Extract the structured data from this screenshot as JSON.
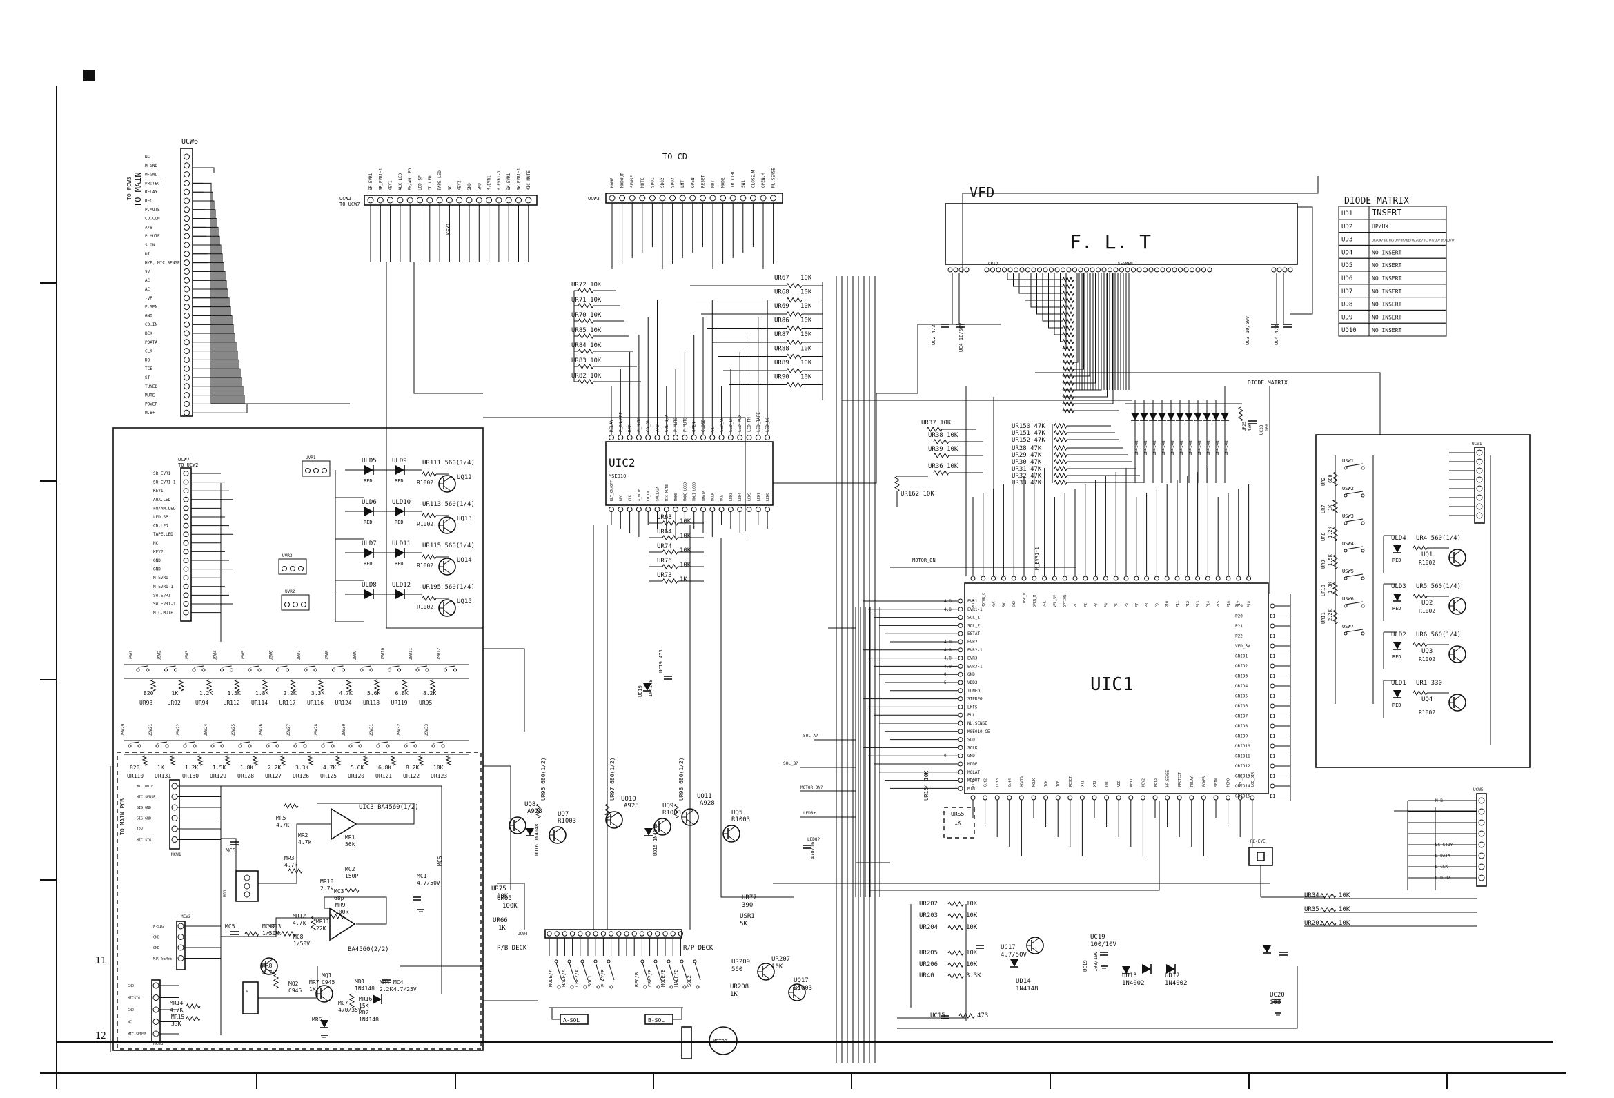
{
  "frame": {
    "zones_left": [
      "11",
      "12"
    ]
  },
  "connectors": {
    "ucw6": {
      "ref": "UCW6",
      "note_1": "TO FCW3",
      "note_2": "TO MAIN",
      "pins": [
        "NC",
        "M-GND",
        "M-GND",
        "PROTECT",
        "RELAY",
        "REC",
        "P.MUTE",
        "CD.CON",
        "A/B",
        "P.MUTE",
        "S.ON",
        "DI",
        "H/P, MIC SENSE",
        "5V",
        "AC",
        "AC",
        "-VP",
        "P.SEN",
        "GND",
        "CD.IN",
        "BCK",
        "PDATA",
        "CLK",
        "DO",
        "TCE",
        "ST",
        "TUNED",
        "MUTE",
        "POWER",
        "M.B+"
      ]
    },
    "ucw2": {
      "ref": "UCW2",
      "note": "TO UCW7",
      "pins": [
        "SR_EVR1",
        "SR_EVR1-1",
        "KEY1",
        "AUX.LED",
        "FM/AM.LED",
        "LED.SP",
        "CD.LED",
        "TAPE.LED",
        "NC",
        "KEY2",
        "GND",
        "GND",
        "M.EVR1",
        "M.EVR1-1",
        "SW.EVR1",
        "SW.EVR1-1",
        "MIC.MUTE"
      ]
    },
    "ucw3": {
      "ref": "UCW3",
      "title": "TO CD",
      "pins": [
        "HOME",
        "MODOUT",
        "SENSE",
        "MUTE",
        "SDO1",
        "SDO2",
        "SDO3",
        "LMT",
        "OPEN",
        "RESET",
        "MOT",
        "MODE",
        "TR.CTRL",
        "SW1",
        "CLOSE.M",
        "OPEN.M",
        "NL.SENSE"
      ]
    },
    "ucw7": {
      "ref": "UCW7",
      "note": "TO UCW2",
      "pins": [
        "SR_EVR1",
        "SR_EVR1-1",
        "KEY1",
        "AUX.LED",
        "FM/AM.LED",
        "LED.SP",
        "CD.LED",
        "TAPE.LED",
        "NC",
        "KEY2",
        "GND",
        "GND",
        "M.EVR1",
        "M.EVR1-1",
        "SW.EVR1",
        "SW.EVR1-1",
        "MIC.MUTE"
      ]
    },
    "ucw4": {
      "ref": "UCW4",
      "left": "P/B DECK",
      "right": "R/P DECK"
    },
    "ucw5": {
      "ref": "UCW5",
      "pins": [
        "M.B+",
        "",
        "",
        "",
        "LC_STBY",
        "L.DATA",
        "L.CLK",
        "L.DIR2"
      ]
    },
    "ucw1": {
      "ref": "UCW1"
    },
    "mcw": {
      "ref": "MCW1",
      "title": "TO MAIN PCB",
      "pins": [
        "MIC.MUTE",
        "MIC.SENSE",
        "SIG GND",
        "SIG GND",
        "12V",
        "MIC.SIG"
      ]
    },
    "mcw2": {
      "ref": "MCW2",
      "pins": [
        "M-SIG",
        "GND",
        "GND",
        "MIC-SENSE"
      ]
    },
    "mcw3": {
      "ref": "MCW3",
      "pins": [
        "GND",
        "MICSIG",
        "GND",
        "NC",
        "MIC-SENSE"
      ]
    }
  },
  "vfd": {
    "label": "VFD",
    "tube": "F. L. T",
    "grid": "GRID",
    "segment": "SEGMENT",
    "caps": [
      "UC2 473",
      "UC4 10/50V",
      "UC3 10/50V",
      "UC4 473"
    ]
  },
  "diode_matrix": {
    "title": "DIODE MATRIX",
    "rows": [
      {
        "ref": "UD1",
        "value": "INSERT"
      },
      {
        "ref": "UD2",
        "value": "UP/UX"
      },
      {
        "ref": "UD3",
        "value": "UA/UW/UA/UX/UR/UF/UE/UZ/UB/UC/UT/UD/UH/UJ/UY"
      },
      {
        "ref": "UD4",
        "value": "NO INSERT"
      },
      {
        "ref": "UD5",
        "value": "NO INSERT"
      },
      {
        "ref": "UD6",
        "value": "NO INSERT"
      },
      {
        "ref": "UD7",
        "value": "NO INSERT"
      },
      {
        "ref": "UD8",
        "value": "NO INSERT"
      },
      {
        "ref": "UD9",
        "value": "NO INSERT"
      },
      {
        "ref": "UD10",
        "value": "NO INSERT"
      }
    ],
    "bank_label": "DIODE MATRIX",
    "bank_part": "1N4148"
  },
  "uic1": {
    "ref": "UIC1",
    "left_pins": [
      "EVR1",
      "EVR1-1",
      "SOL_1",
      "SOL_2",
      "ESTAT",
      "EVR2",
      "EVR2-1",
      "EVR3",
      "EVR3-1",
      "GND",
      "VDD2",
      "TUNED",
      "STEREO",
      "LKFS",
      "PLL",
      "NL.SENSE",
      "MSE010_CE",
      "SDDT",
      "SCLK",
      "GND",
      "MDDE",
      "MOLAT",
      "MDOUT",
      "MINT"
    ],
    "left_values": [
      "4.8",
      "4.8",
      "",
      "",
      "",
      "4.8",
      "4.8",
      "4.8",
      "4.8",
      "0",
      "5",
      "",
      "",
      "",
      "",
      "",
      "",
      "",
      "",
      "0",
      "",
      "",
      "",
      ""
    ],
    "top_pins": [
      "MUTE",
      "MOTOR_C",
      "REC",
      "SW1",
      "SW2",
      "CLOSE_M",
      "OPEN_M",
      "VFL",
      "VFL_5V",
      "OPTION",
      "P1",
      "P2",
      "P3",
      "P4",
      "P5",
      "P6",
      "P7",
      "P8",
      "P9",
      "P10",
      "P11",
      "P12",
      "P13",
      "P14",
      "P15",
      "P16",
      "P17",
      "P18"
    ],
    "right_pins": [
      "P19",
      "P20",
      "P21",
      "P22",
      "VFD_5V",
      "GRID1",
      "GRID2",
      "GRID3",
      "GRID4",
      "GRID5",
      "GRID6",
      "GRID7",
      "GRID8",
      "GRID9",
      "GRID10",
      "GRID11",
      "GRID12",
      "GRID13",
      "GRID14",
      "GRID15"
    ],
    "bottom_pins": [
      "Out1",
      "Out2",
      "Out3",
      "Out4",
      "MDATA",
      "MCLK",
      "TCK",
      "TCE",
      "RESET",
      "XT1",
      "XT2",
      "GND",
      "VDD",
      "KEY1",
      "KEY2",
      "KEY3",
      "HP.SENSE",
      "PROTECT",
      "RELAY",
      "POWER",
      "SBIN",
      "MEMO",
      "VFL_5V",
      "LCD_DIR"
    ],
    "label_motor": "MOTOR_ON",
    "label_evr": "M_EVR1-1"
  },
  "uic2": {
    "ref": "UIC2",
    "part": "MSE010",
    "top_pins": [
      "RELAY",
      "P_ON/OFF",
      "REC",
      "P_MUTE",
      "CD_ON",
      "A/B",
      "SOL_1/A",
      "P_MUTE",
      "P_MUTE",
      "OPEN",
      "CLOSE",
      "SI",
      "LED_CD",
      "LED_SP",
      "LED_AUX",
      "LED_FM",
      "LED_TAPE",
      "LED_NC"
    ],
    "bottom_pins": [
      "RLY_ON/OFF",
      "REC",
      "CLK",
      "A_MUTE",
      "CD_ON",
      "SOL1/2A",
      "MIC_MUTE",
      "MODE",
      "MODE_LOGO",
      "MDLI_LOGO",
      "MDATA",
      "MCLK",
      "MCE",
      "LED3",
      "LED4",
      "LED5",
      "LED7",
      "LED8"
    ]
  },
  "resistors_top": [
    {
      "ref": "UR72",
      "val": "10K"
    },
    {
      "ref": "UR71",
      "val": "10K"
    },
    {
      "ref": "UR70",
      "val": "10K"
    },
    {
      "ref": "UR85",
      "val": "10K"
    },
    {
      "ref": "UR84",
      "val": "10K"
    },
    {
      "ref": "UR83",
      "val": "10K"
    },
    {
      "ref": "UR82",
      "val": "10K"
    },
    {
      "ref": "UR67",
      "val": "10K"
    },
    {
      "ref": "UR68",
      "val": "10K"
    },
    {
      "ref": "UR69",
      "val": "10K"
    },
    {
      "ref": "UR86",
      "val": "10K"
    },
    {
      "ref": "UR87",
      "val": "10K"
    },
    {
      "ref": "UR88",
      "val": "10K"
    },
    {
      "ref": "UR89",
      "val": "10K"
    },
    {
      "ref": "UR90",
      "val": "10K"
    }
  ],
  "resistors_mid": [
    {
      "ref": "UR63",
      "val": "10K"
    },
    {
      "ref": "UR64",
      "val": "10K"
    },
    {
      "ref": "UR74",
      "val": "10K"
    },
    {
      "ref": "UR76",
      "val": "10K"
    },
    {
      "ref": "UR73",
      "val": "1K"
    }
  ],
  "resistors_pull": [
    {
      "ref": "UR37",
      "val": "10K"
    },
    {
      "ref": "UR38",
      "val": "10K"
    },
    {
      "ref": "UR39",
      "val": "10K"
    },
    {
      "ref": "UR36",
      "val": "10K"
    },
    {
      "ref": "UR162",
      "val": "10K"
    }
  ],
  "resistors_47k": [
    {
      "ref": "UR150",
      "val": "47K"
    },
    {
      "ref": "UR151",
      "val": "47K"
    },
    {
      "ref": "UR152",
      "val": "47K"
    },
    {
      "ref": "UR28",
      "val": "47K"
    },
    {
      "ref": "UR29",
      "val": "47K"
    },
    {
      "ref": "UR30",
      "val": "47K"
    },
    {
      "ref": "UR31",
      "val": "47K"
    },
    {
      "ref": "UR32",
      "val": "47K"
    },
    {
      "ref": "UR33",
      "val": "47K"
    }
  ],
  "led_block": {
    "leds": [
      {
        "ref": "ULD5",
        "color": "RED"
      },
      {
        "ref": "ULD9",
        "color": "RED"
      },
      {
        "ref": "ULD6",
        "color": "RED"
      },
      {
        "ref": "ULD10",
        "color": "RED"
      },
      {
        "ref": "ULD7",
        "color": "RED"
      },
      {
        "ref": "ULD11",
        "color": "RED"
      },
      {
        "ref": "ULD8",
        "color": ""
      },
      {
        "ref": "ULD12",
        "color": ""
      }
    ],
    "transistors": [
      "UQ12",
      "UQ13",
      "UQ14",
      "UQ15"
    ],
    "series_r": [
      "UR111 560(1/4)",
      "UR113 560(1/4)",
      "UR115 560(1/4)",
      "UR195 560(1/4)"
    ],
    "base_r": [
      "R1002",
      "R1002",
      "R1002",
      "R1002"
    ],
    "variable_r": [
      "UVR1",
      "UVR3",
      "UVR2"
    ]
  },
  "key_row1": {
    "switches": [
      "USW1",
      "USW2",
      "USW3",
      "USW4",
      "USW5",
      "USW6",
      "USW7",
      "USW8",
      "USW9",
      "USW10",
      "USW11",
      "USW12"
    ],
    "resistors": [
      "UR93 820",
      "UR92 1K",
      "UR94 1.2K",
      "UR112 1.5K",
      "UR114 1.8K",
      "UR117 2.2K",
      "UR116 3.3K",
      "UR124 4.7K",
      "UR118 5.6K",
      "UR119 6.8K",
      "UR95 8.2K"
    ]
  },
  "key_row2": {
    "switches": [
      "USW29",
      "USW21",
      "USW22",
      "USW24",
      "USW25",
      "USW26",
      "USW27",
      "USW28",
      "USW30",
      "USW31",
      "USW32",
      "USW33"
    ],
    "resistors": [
      "UR110 820",
      "UR131 1K",
      "UR130 1.2K",
      "UR129 1.5K",
      "UR128 1.8K",
      "UR127 2.2K",
      "UR126 3.3K",
      "UR125 4.7K",
      "UR120 5.6K",
      "UR121 6.8K",
      "UR122 8.2K",
      "UR123 10K"
    ]
  },
  "mic_section": {
    "ic_a": "UIC3 BA4560(1/2)",
    "ic_b": "BA4560(2/2)",
    "parts": [
      "MR5 4.7k",
      "MR2 4.7k",
      "MR3 4.7k",
      "MR1 56k",
      "MC2 150P",
      "MR10 2.7k",
      "MC3 68p",
      "MR9 100k",
      "MC1 4.7/50V",
      "MC5",
      "MC12 1/50V",
      "MR13 4.7k",
      "MR12 4.7k",
      "MC8 1/50V",
      "MR11 22K",
      "MR8 4.7k",
      "MQ2 C945",
      "MR7 1K",
      "MQ1 C945",
      "MD1 1N4148",
      "MR4 2.2K",
      "MC4 4.7/25V",
      "MR6",
      "MR14 4.7K",
      "MR15 33K",
      "MC7 470/35V",
      "MR16 15K",
      "MD2 1N4148"
    ],
    "jack": "MJ1",
    "cap_left": "MC5",
    "cap_right": "MC6"
  },
  "deck": {
    "switches": [
      "MODE/A",
      "HALF/A",
      "CR02/A",
      "SOL1",
      "PLAY/B",
      "REC/B",
      "CR02/B",
      "MODE/B",
      "HALF/B",
      "SOL2"
    ],
    "sol_a": "A-SOL",
    "sol_b": "B-SOL",
    "motor": "MOTOR"
  },
  "bottom_parts": [
    {
      "ref": "UR75",
      "val": "10K"
    },
    {
      "ref": "UR65",
      "val": "100K"
    },
    {
      "ref": "UR66",
      "val": "1K"
    },
    {
      "ref": "UR77",
      "val": "390"
    },
    {
      "ref": "USR1",
      "val": "5K"
    },
    {
      "ref": "UR209",
      "val": "560"
    },
    {
      "ref": "UR208",
      "val": "1K"
    },
    {
      "ref": "UR207",
      "val": "10K"
    },
    {
      "ref": "UQ17",
      "val": "R1003"
    },
    {
      "ref": "UR202",
      "val": "10K"
    },
    {
      "ref": "UR203",
      "val": "10K"
    },
    {
      "ref": "UR204",
      "val": "10K"
    },
    {
      "ref": "UR205",
      "val": "10K"
    },
    {
      "ref": "UR206",
      "val": "10K"
    },
    {
      "ref": "UR40",
      "val": "3.3K"
    },
    {
      "ref": "UC15",
      "val": "473"
    },
    {
      "ref": "UR34",
      "val": "10K"
    },
    {
      "ref": "UR35",
      "val": "10K"
    },
    {
      "ref": "UR201",
      "val": "10K"
    },
    {
      "ref": "UC20",
      "val": "103"
    },
    {
      "ref": "UC17",
      "val": "4.7/50V"
    },
    {
      "ref": "UD14",
      "val": "1N4148"
    },
    {
      "ref": "UC19",
      "val": "100/10V"
    },
    {
      "ref": "UD13",
      "val": "1N4002"
    },
    {
      "ref": "UD12",
      "val": "1N4002"
    }
  ],
  "transistors_deck": [
    "UQ8 A928",
    "UQ7 R1003",
    "UQ10 A928",
    "UQ9 R1003",
    "UQ11 A928",
    "UQ5 R1003"
  ],
  "deck_resistors": [
    "UR96 680(1/2)",
    "UR97 680(1/2)",
    "UR98 680(1/2)"
  ],
  "deck_diodes": [
    "UD16 1N4148",
    "UD15 1N4148"
  ],
  "uc19_cap": "UC19 473",
  "uc9_cap": "470/16",
  "ur164": "UR164 10K",
  "usr": {
    "ref": "URS5",
    "val": "1K"
  },
  "bus_labels": [
    "SOL_A?",
    "SOL_B?",
    "MOTOR_ON?",
    "LED8+",
    "LED8?"
  ],
  "re_eye": "RE-EYE",
  "right_panel": {
    "switches": [
      "USW1",
      "USW2",
      "USW3",
      "USW4",
      "USW5",
      "USW6",
      "USW7"
    ],
    "resistors": [
      "UR2 680",
      "UR7 1K",
      "UR8 1.2K",
      "UR9 1.5K",
      "UR10 1.8K",
      "UR11 2.2K"
    ],
    "leds": [
      {
        "ref": "ULD4",
        "color": "RED"
      },
      {
        "ref": "ULD3",
        "color": "RED"
      },
      {
        "ref": "ULD2",
        "color": "RED"
      },
      {
        "ref": "ULD1",
        "color": "RED"
      }
    ],
    "transistors": [
      "UQ1",
      "UQ2",
      "UQ3",
      "UQ4"
    ],
    "series_r": [
      "UR4 560(1/4)",
      "UR5 560(1/4)",
      "UR6 560(1/4)",
      "UR1 330"
    ],
    "base_r": [
      "R1002",
      "R1002",
      "R1002",
      "R1002"
    ]
  }
}
